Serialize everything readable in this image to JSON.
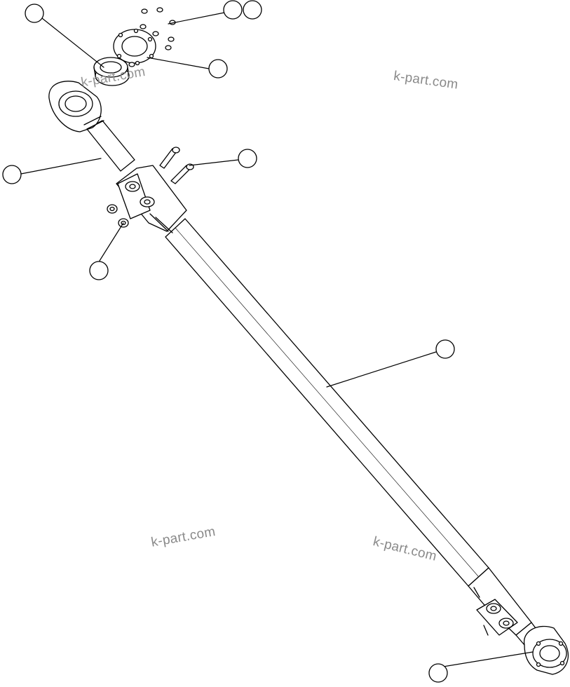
{
  "watermarks": [
    "k-part.com",
    "k-part.com",
    "k-part.com",
    "k-part.com"
  ],
  "callouts": [
    "",
    "",
    "",
    "",
    "",
    "",
    "",
    "",
    "",
    ""
  ]
}
